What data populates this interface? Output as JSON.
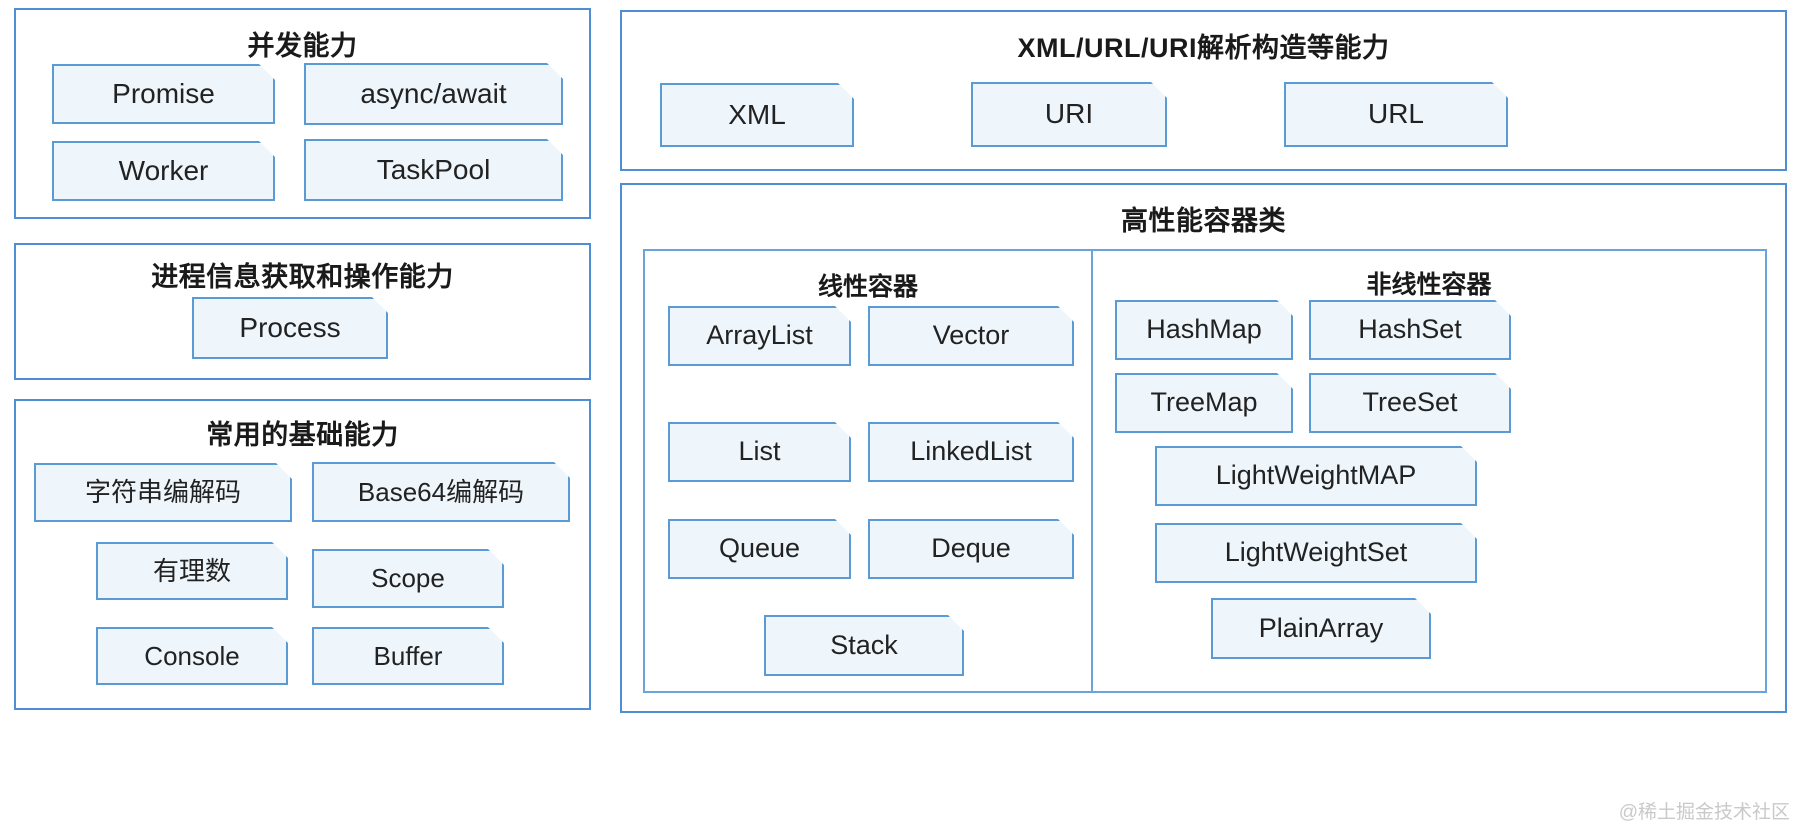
{
  "diagram": {
    "watermark": "@稀土掘金技术社区",
    "panels": {
      "concurrency": {
        "title": "并发能力",
        "nodes": [
          "Promise",
          "async/await",
          "Worker",
          "TaskPool"
        ]
      },
      "process": {
        "title": "进程信息获取和操作能力",
        "nodes": [
          "Process"
        ]
      },
      "basic": {
        "title": "常用的基础能力",
        "nodes": [
          "字符串编解码",
          "Base64编解码",
          "有理数",
          "Scope",
          "Console",
          "Buffer"
        ]
      },
      "parsing": {
        "title": "XML/URL/URI解析构造等能力",
        "nodes": [
          "XML",
          "URI",
          "URL"
        ]
      },
      "containers": {
        "title": "高性能容器类",
        "linear": {
          "title": "线性容器",
          "nodes": [
            "ArrayList",
            "Vector",
            "List",
            "LinkedList",
            "Queue",
            "Deque",
            "Stack"
          ]
        },
        "nonlinear": {
          "title": "非线性容器",
          "nodes": [
            "HashMap",
            "HashSet",
            "TreeMap",
            "TreeSet",
            "LightWeightMAP",
            "LightWeightSet",
            "PlainArray"
          ]
        }
      }
    },
    "colors": {
      "node_fill": "#eef6fc",
      "node_border": "#5b9bd5",
      "panel_border": "#4e8fd4",
      "text": "#222222",
      "watermark": "#c9c9c9"
    }
  }
}
